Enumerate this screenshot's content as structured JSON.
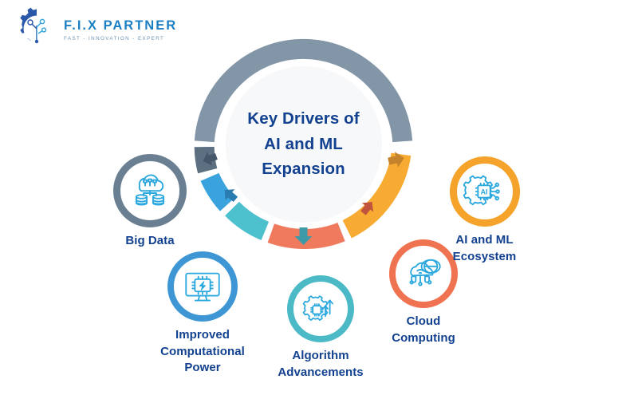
{
  "logo": {
    "name": "F.I.X PARTNER",
    "tagline": "FAST - INNOVATION - EXPERT",
    "mark_icon": "gear-circuit-icon",
    "color_primary": "#1c7fc4",
    "color_secondary": "#2b58a8",
    "tagline_color": "#6d95b5"
  },
  "center": {
    "title_line1": "Key Drivers of",
    "title_line2": "AI and ML",
    "title_line3": "Expansion",
    "text_color": "#12418f",
    "fill": "#f7f8fa"
  },
  "ring": {
    "track_color": "#8296a8",
    "gap_color": "#ffffff",
    "segments": [
      {
        "name": "header-arc",
        "color": "#8296a8",
        "arrow": "none",
        "arrow_color": "",
        "start_deg": 182,
        "end_deg": 358
      },
      {
        "name": "big-data-arc",
        "color": "#5d7082",
        "arrow": "left",
        "arrow_color": "#46576a",
        "start_deg": 146,
        "end_deg": 178
      },
      {
        "name": "compute-arc",
        "color": "#3aa3dd",
        "arrow": "down-left",
        "arrow_color": "#2a7bb0",
        "start_deg": 111,
        "end_deg": 143
      },
      {
        "name": "algorithm-arc",
        "color": "#4cc0cc",
        "arrow": "down",
        "arrow_color": "#3d9aa6",
        "start_deg": 77,
        "end_deg": 108
      },
      {
        "name": "cloud-arc",
        "color": "#ef7a5e",
        "arrow": "down-right",
        "arrow_color": "#c0543c",
        "start_deg": 42,
        "end_deg": 74
      },
      {
        "name": "ecosystem-arc",
        "color": "#f8ab33",
        "arrow": "right",
        "arrow_color": "#c4832a",
        "start_deg": 6,
        "end_deg": 39
      }
    ]
  },
  "nodes": [
    {
      "id": "big-data",
      "label": "Big Data",
      "icon": "cloud-database-icon",
      "ring_color": "#6b7f92",
      "icon_color": "#2ba8dd"
    },
    {
      "id": "improved-computational-power",
      "label": "Improved\nComputational\nPower",
      "icon": "monitor-cpu-bolt-icon",
      "ring_color": "#3e97d4",
      "icon_color": "#2ba8dd"
    },
    {
      "id": "algorithm-advancements",
      "label": "Algorithm\nAdvancements",
      "icon": "gear-growth-arrows-icon",
      "ring_color": "#4bb9c6",
      "icon_color": "#2ba8dd"
    },
    {
      "id": "cloud-computing",
      "label": "Cloud\nComputing",
      "icon": "cloud-globe-network-icon",
      "ring_color": "#ef7351",
      "icon_color": "#2ba8dd"
    },
    {
      "id": "ai-ml-ecosystem",
      "label": "AI and ML\nEcosystem",
      "icon": "gear-ai-chip-icon",
      "ring_color": "#f5a32a",
      "icon_color": "#2ba8dd"
    }
  ]
}
